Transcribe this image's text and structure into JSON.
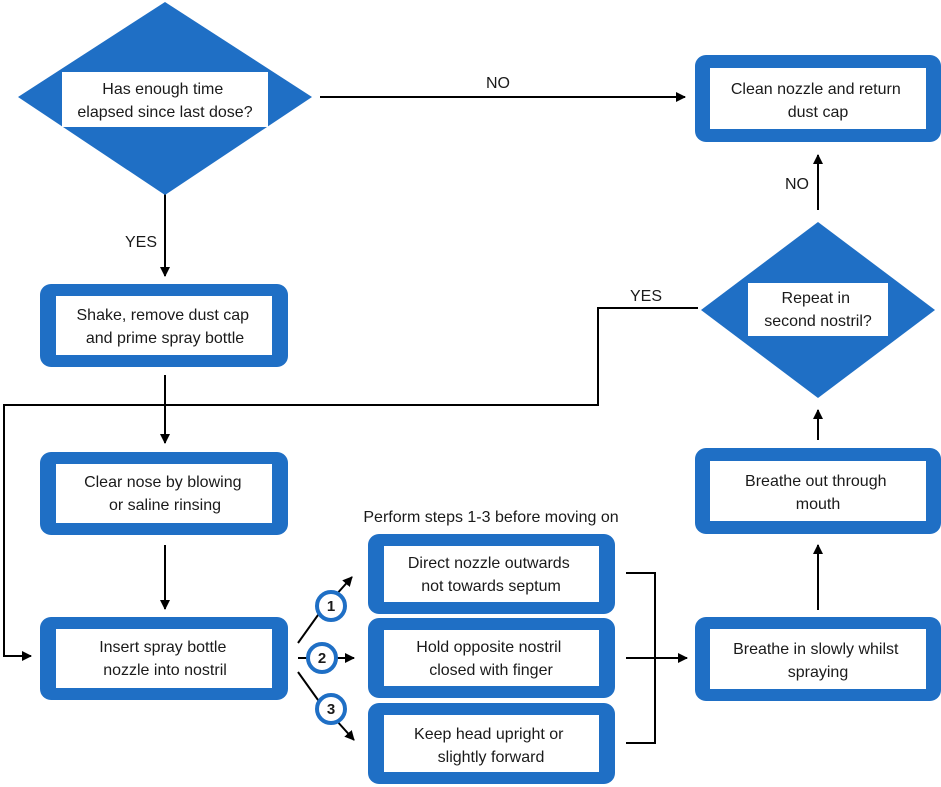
{
  "colors": {
    "shape_fill": "#1f6fc5",
    "inner_fill": "#ffffff",
    "line": "#000000"
  },
  "nodes": {
    "time_check": [
      "Has enough time",
      "elapsed since last dose?"
    ],
    "clean_nozzle": [
      "Clean nozzle and return",
      "dust cap"
    ],
    "shake": [
      "Shake, remove dust cap",
      "and prime spray bottle"
    ],
    "repeat": [
      "Repeat in",
      "second nostril?"
    ],
    "clear_nose": [
      "Clear nose by blowing",
      "or saline rinsing"
    ],
    "breathe_out": [
      "Breathe out through",
      "mouth"
    ],
    "direct_nozzle": [
      "Direct nozzle outwards",
      "not towards septum"
    ],
    "insert": [
      "Insert spray bottle",
      "nozzle into nostril"
    ],
    "hold_nostril": [
      "Hold opposite nostril",
      "closed with finger"
    ],
    "breathe_in": [
      "Breathe in slowly whilst",
      "spraying"
    ],
    "keep_head": [
      "Keep head upright or",
      "slightly forward"
    ]
  },
  "edge_labels": {
    "no_top": "NO",
    "yes_left": "YES",
    "no_right": "NO",
    "yes_repeat": "YES"
  },
  "caption": "Perform steps 1-3 before moving on",
  "step_badges": [
    "1",
    "2",
    "3"
  ]
}
